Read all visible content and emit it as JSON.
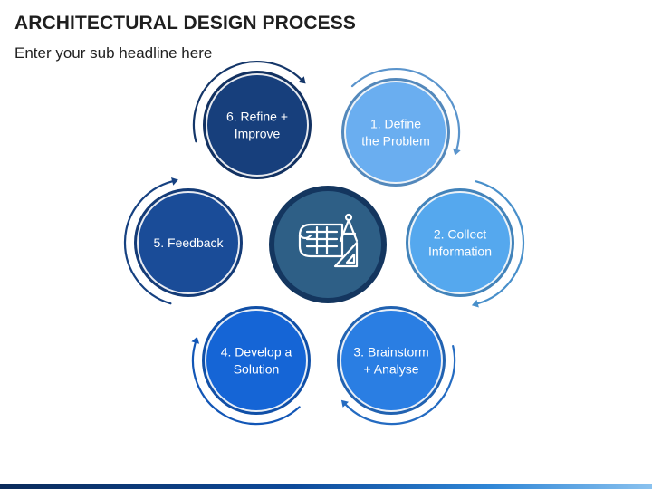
{
  "header": {
    "title": "ARCHITECTURAL DESIGN PROCESS",
    "subtitle": "Enter your sub headline here"
  },
  "center": {
    "icon": "blueprint-compass-set-square-icon",
    "color": "#2e5f86"
  },
  "steps": [
    {
      "lines": [
        "1. Define",
        "the Problem"
      ],
      "color": "#6aaef0"
    },
    {
      "lines": [
        "2. Collect",
        "Information"
      ],
      "color": "#55a8ee"
    },
    {
      "lines": [
        "3. Brainstorm",
        "+ Analyse"
      ],
      "color": "#2a7ee3"
    },
    {
      "lines": [
        "4. Develop a",
        "Solution"
      ],
      "color": "#1565d6"
    },
    {
      "lines": [
        "5. Feedback"
      ],
      "color": "#1a4c98"
    },
    {
      "lines": [
        "6. Refine +",
        "Improve"
      ],
      "color": "#173f7c"
    }
  ]
}
